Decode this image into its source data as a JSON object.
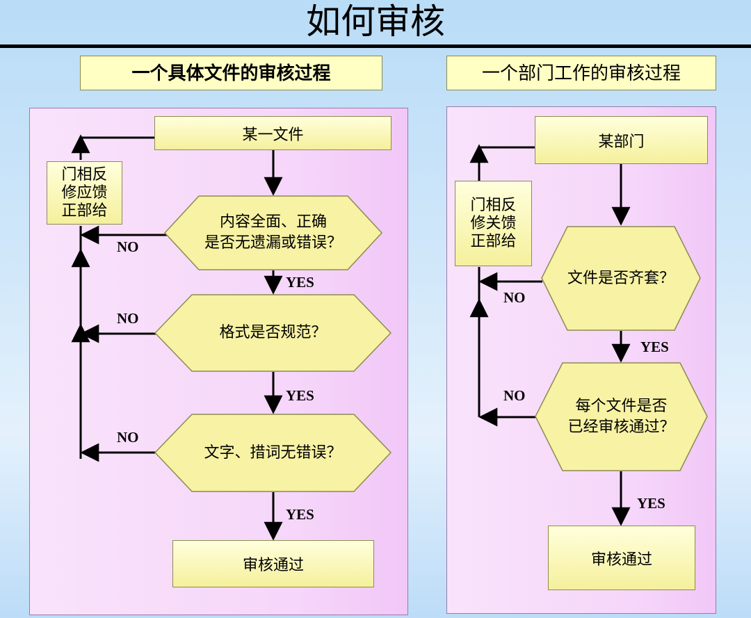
{
  "title": "如何审核",
  "colors": {
    "box_fill": "#f5f09c",
    "panel_fill": "#f6d6fa",
    "header_fill": "#ffffc4"
  },
  "left": {
    "header": "一个具体文件的审核过程",
    "start": "某一文件",
    "feedback": "门相反\n修应馈\n正部给",
    "decisions": [
      {
        "text": "内容全面、正确\n是否无遗漏或错误？",
        "no": "NO",
        "yes": "YES"
      },
      {
        "text": "格式是否规范？",
        "no": "NO",
        "yes": "YES"
      },
      {
        "text": "文字、措词无错误？",
        "no": "NO",
        "yes": "YES"
      }
    ],
    "end": "审核通过"
  },
  "right": {
    "header": "一个部门工作的审核过程",
    "start": "某部门",
    "feedback": "门相反\n修关馈\n正部给",
    "decisions": [
      {
        "text": "文件是否齐套？",
        "no": "NO",
        "yes": "YES"
      },
      {
        "text": "每个文件是否\n已经审核通过？",
        "no": "NO",
        "yes": "YES"
      }
    ],
    "end": "审核通过"
  }
}
